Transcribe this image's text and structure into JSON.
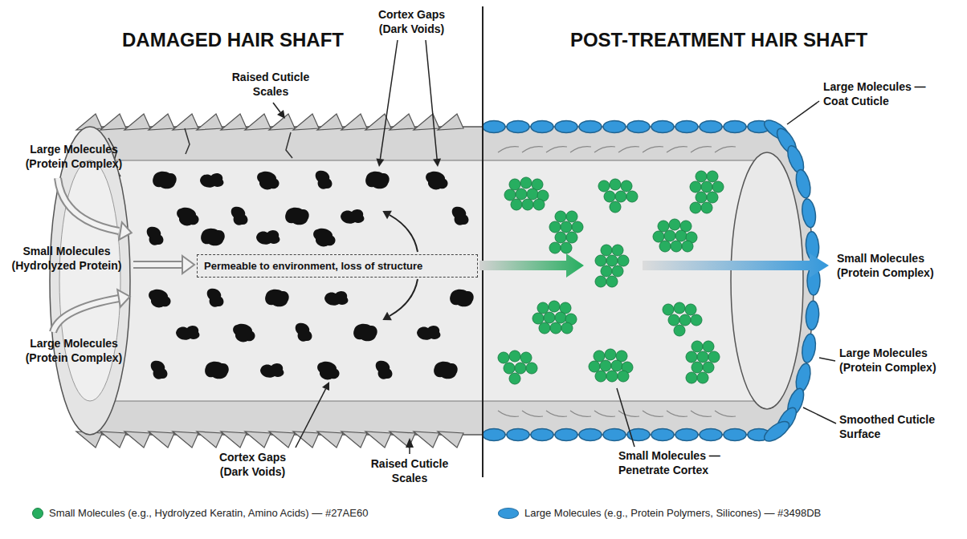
{
  "diagram": {
    "nodes": [
      {
        "text": [
          "Permeable to environment, loss of structure"
        ]
      }
    ],
    "labels": [
      "DAMAGED HAIR SHAFT",
      "POST-TREATMENT HAIR SHAFT",
      "Raised Cuticle Scales",
      "Cortex Gaps (Dark Voids)",
      "Large Molecules (Protein Complex)",
      "Small Molecules (Hydrolyzed Protein)",
      "Large Molecules (Protein Complex)",
      "Cortex Gaps (Dark Voids)",
      "Raised Cuticle Scales",
      "Large Molecules — Coat Cuticle",
      "Small Molecules (Protein Complex)",
      "Large Molecules (Protein Complex)",
      "Smoothed Cuticle Surface",
      "Small Molecules — Penetrate Cortex"
    ],
    "legend": [
      {
        "text": "Small Molecules (e.g., Hydrolyzed Keratin, Amino Acids) — #27AE60",
        "color": "#27AE60"
      },
      {
        "text": "Large Molecules (e.g., Protein Polymers, Silicones) — #3498DB",
        "color": "#3498DB"
      }
    ]
  }
}
